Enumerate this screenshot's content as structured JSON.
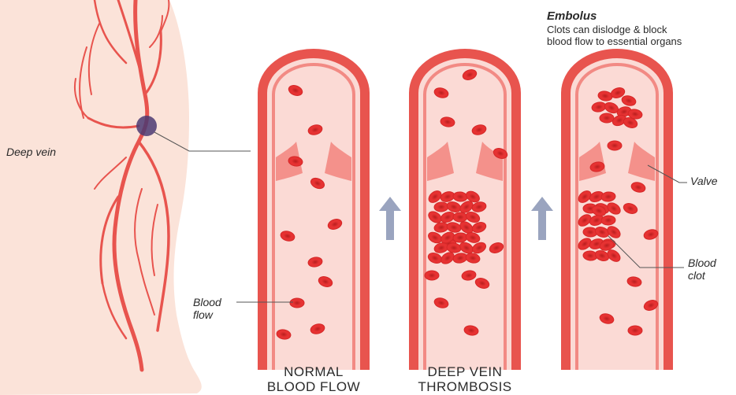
{
  "labels": {
    "deep_vein": "Deep vein",
    "blood_flow_line1": "Blood",
    "blood_flow_line2": "flow",
    "embolus_title": "Embolus",
    "embolus_desc_line1": "Clots can dislodge & block",
    "embolus_desc_line2": "blood flow to essential organs",
    "valve": "Valve",
    "blood_clot_line1": "Blood",
    "blood_clot_line2": "clot"
  },
  "captions": {
    "normal_line1": "NORMAL",
    "normal_line2": "BLOOD FLOW",
    "dvt_line1": "DEEP VEIN",
    "dvt_line2": "THROMBOSIS"
  },
  "colors": {
    "skin": "#fbe3d9",
    "vein": "#e8544e",
    "vessel_wall": "#e8544e",
    "vessel_inner": "#fbdad5",
    "blood_cell": "#e63232",
    "arrow": "#9aa4bf",
    "highlight_circle": "#4b3a72"
  }
}
